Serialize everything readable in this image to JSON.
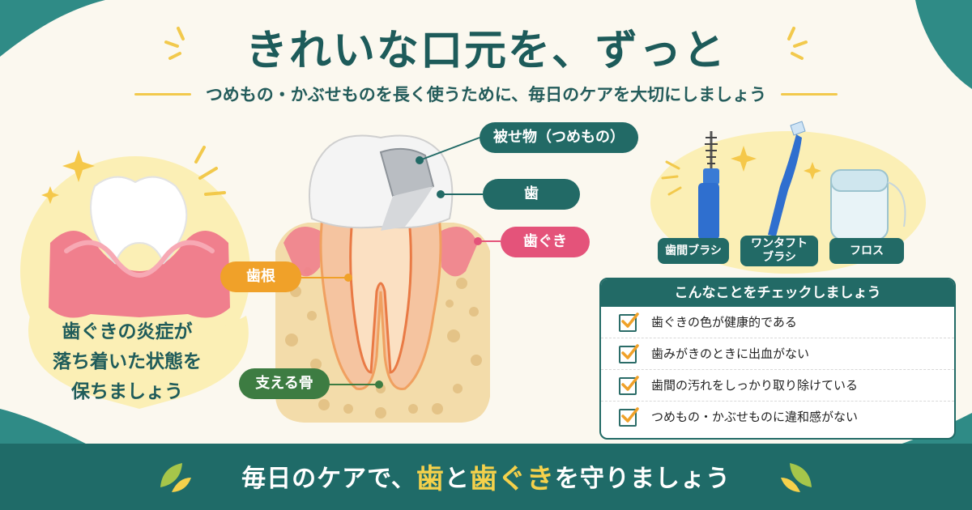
{
  "header": {
    "title": "きれいな口元を、ずっと",
    "subtitle": "つめもの・かぶせものを長く使うために、毎日のケアを大切にしましょう"
  },
  "left_panel": {
    "line1": "歯ぐきの炎症が",
    "line2": "落ち着いた状態を",
    "line3": "保ちましょう"
  },
  "diagram_labels": {
    "crown": "被せ物（つめもの）",
    "tooth": "歯",
    "gum": "歯ぐき",
    "root": "歯根",
    "bone": "支える骨"
  },
  "tools": {
    "interdental_brush": "歯間ブラシ",
    "single_tuft_brush": "ワンタフト\nブラシ",
    "floss": "フロス"
  },
  "checklist": {
    "title": "こんなことをチェックしましょう",
    "items": [
      "歯ぐきの色が健康的である",
      "歯みがきのときに出血がない",
      "歯間の汚れをしっかり取り除けている",
      "つめもの・かぶせものに違和感がない"
    ]
  },
  "footer": {
    "part1": "毎日のケアで、",
    "highlight1": "歯",
    "part2": "と",
    "highlight2": "歯ぐき",
    "part3": "を守りましょう"
  },
  "colors": {
    "teal": "#226a66",
    "pink": "#e4537a",
    "orange": "#f0a129",
    "green": "#3d7c42",
    "accent": "#f5d14b"
  }
}
